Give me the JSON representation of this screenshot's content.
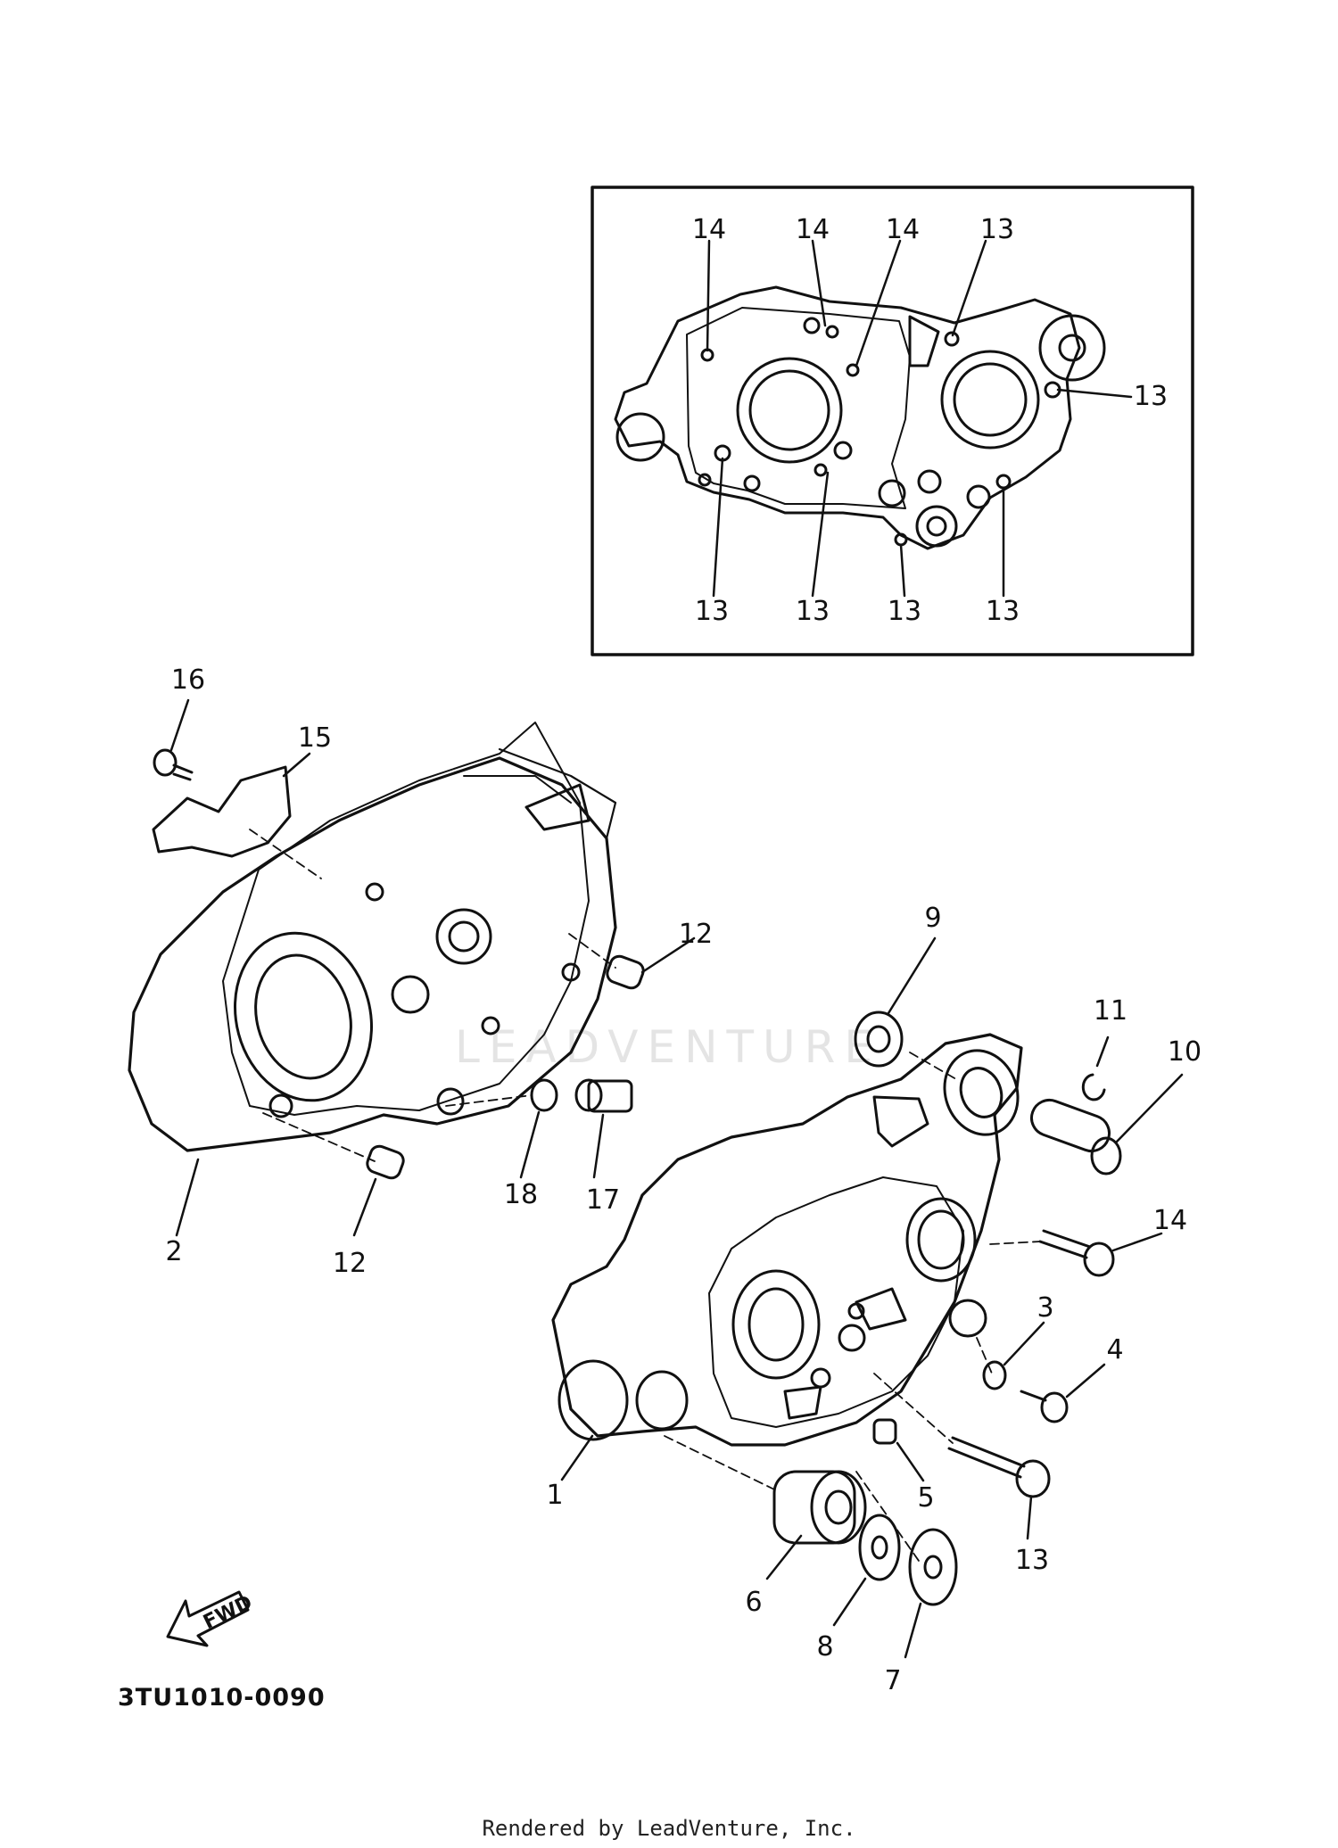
{
  "diagram": {
    "callouts": {
      "inset_14_a": "14",
      "inset_14_b": "14",
      "inset_14_c": "14",
      "inset_13_top": "13",
      "inset_13_right": "13",
      "inset_13_b1": "13",
      "inset_13_b2": "13",
      "inset_13_b3": "13",
      "inset_13_b4": "13",
      "p1": "1",
      "p2": "2",
      "p3": "3",
      "p4": "4",
      "p5": "5",
      "p6": "6",
      "p7": "7",
      "p8": "8",
      "p9": "9",
      "p10": "10",
      "p11": "11",
      "p12_top": "12",
      "p12_bottom": "12",
      "p13": "13",
      "p14": "14",
      "p15": "15",
      "p16": "16",
      "p17": "17",
      "p18": "18"
    },
    "fwd_label": "FWD",
    "diagram_code": "3TU1010-0090",
    "watermark": "LEADVENTURE"
  },
  "footer": {
    "rendered_by": "Rendered by LeadVenture, Inc."
  }
}
